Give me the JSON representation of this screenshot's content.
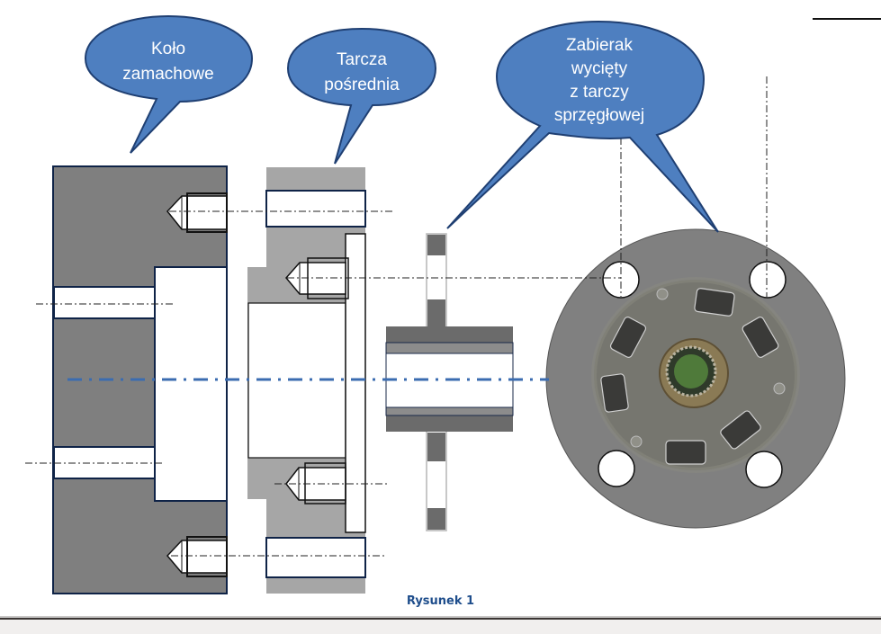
{
  "figure": {
    "caption": "Rysunek 1",
    "callouts": [
      {
        "id": "flywheel",
        "lines": [
          "Koło",
          "zamachowe"
        ]
      },
      {
        "id": "intermediate-disc",
        "lines": [
          "Tarcza",
          "pośrednia"
        ]
      },
      {
        "id": "driver",
        "lines": [
          "Zabierak",
          "wycięty",
          "z tarczy",
          "sprzęgłowej"
        ]
      }
    ],
    "colors": {
      "callout_fill": "#4e7fc0",
      "callout_stroke": "#1f3f72",
      "flywheel_fill": "#7f7f7f",
      "disc_fill": "#a6a6a6",
      "hub_fill": "#6b6b6b",
      "outline": "#1a2a4a",
      "center_axis": "#3b6cb0",
      "caption": "#1f4e8c"
    }
  }
}
